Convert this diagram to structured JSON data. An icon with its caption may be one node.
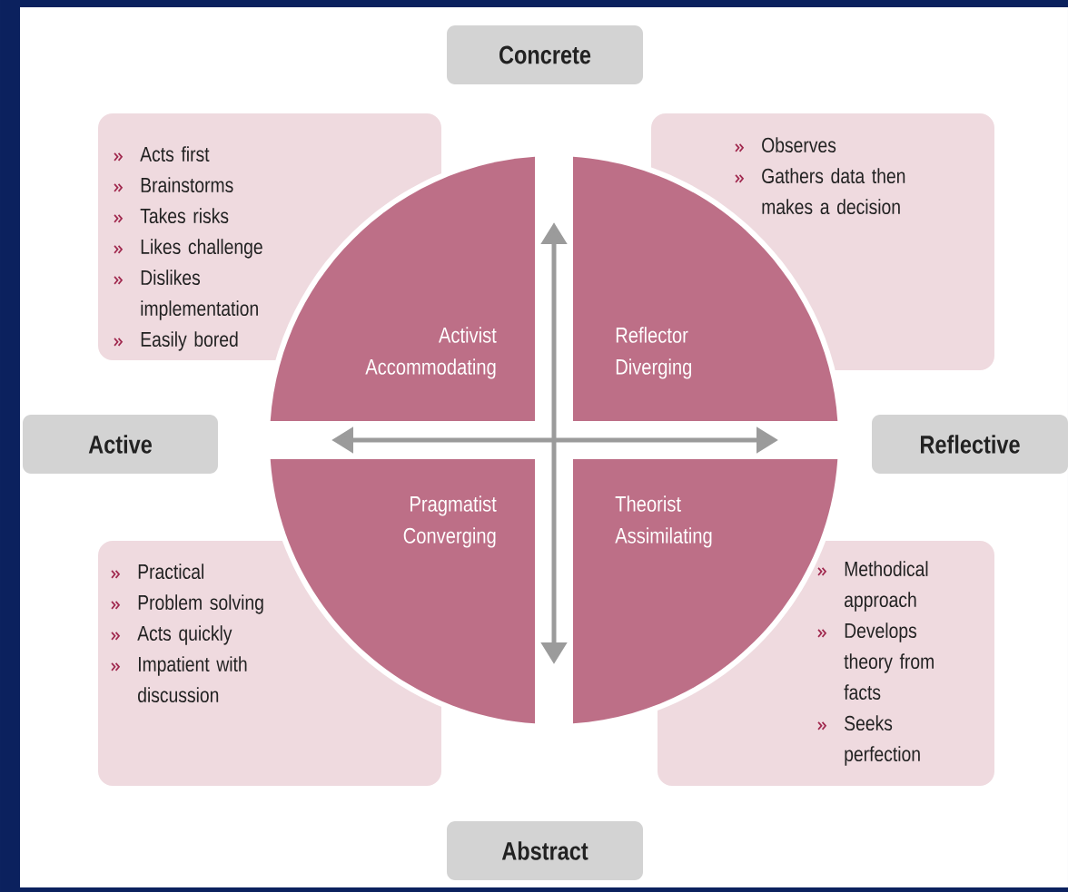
{
  "diagram": {
    "nodes": [
      {
        "text": [
          "Concrete"
        ]
      },
      {
        "text": [
          "Active"
        ]
      },
      {
        "text": [
          "Reflective"
        ]
      },
      {
        "text": [
          "Abstract"
        ]
      },
      {
        "text": [
          "Acts first",
          "Brainstorms",
          "Takes risks",
          "Likes challenge",
          "Dislikes implementation",
          "Easily bored"
        ]
      },
      {
        "text": [
          "Observes",
          "Gathers data then makes a decision"
        ]
      },
      {
        "text": [
          "Practical",
          "Problem solving",
          "Acts quickly",
          "Impatient with discussion"
        ]
      },
      {
        "text": [
          "Methodical approach",
          "Develops theory from facts",
          "Seeks perfection"
        ]
      },
      {
        "text": [
          "Activist",
          "Accommodating"
        ]
      },
      {
        "text": [
          "Reflector",
          "Diverging"
        ]
      },
      {
        "text": [
          "Pragmatist",
          "Converging"
        ]
      },
      {
        "text": [
          "Theorist",
          "Assimilating"
        ]
      }
    ],
    "edges": []
  }
}
